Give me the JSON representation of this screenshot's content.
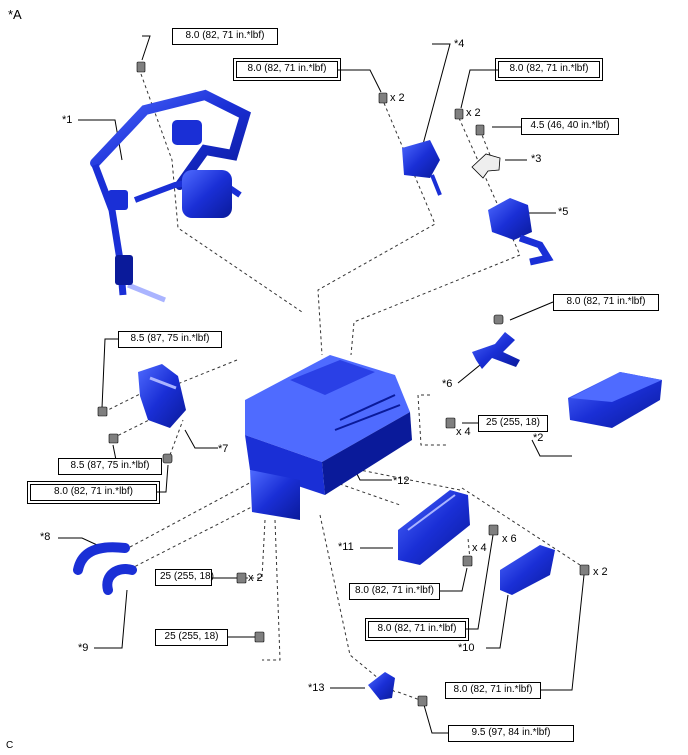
{
  "view_label": "*A",
  "corner_code": "C",
  "parts": {
    "p1": "*1",
    "p2": "*2",
    "p3": "*3",
    "p4": "*4",
    "p5": "*5",
    "p6": "*6",
    "p7": "*7",
    "p8": "*8",
    "p9": "*9",
    "p10": "*10",
    "p11": "*11",
    "p12": "*12",
    "p13": "*13"
  },
  "torques": {
    "t_top_left": "8.0 (82, 71 in.*lbf)",
    "t_top_mid": "8.0 (82, 71 in.*lbf)",
    "t_top_right": "8.0 (82, 71 in.*lbf)",
    "t_4_5": "4.5 (46, 40 in.*lbf)",
    "t_bracket6": "8.0 (82, 71 in.*lbf)",
    "t_85_a": "8.5 (87, 75 in.*lbf)",
    "t_85_b": "8.5 (87, 75 in.*lbf)",
    "t_left_80": "8.0 (82, 71 in.*lbf)",
    "t_25_right": "25 (255, 18)",
    "t_25_mid": "25 (255, 18)",
    "t_25_low": "25 (255, 18)",
    "t_80_mid": "8.0 (82, 71 in.*lbf)",
    "t_80_boxed_low": "8.0 (82, 71 in.*lbf)",
    "t_80_low_right": "8.0 (82, 71 in.*lbf)",
    "t_95": "9.5 (97, 84 in.*lbf)"
  },
  "qty": {
    "q_mid_top": "x 2",
    "q_right_top": "x 2",
    "q_right_25": "x 4",
    "q_mid_25": "x 2",
    "q_11": "x 4",
    "q_x6": "x 6",
    "q_10": "x 2"
  },
  "colors": {
    "part_blue": "#1a2fd6",
    "part_dark": "#0a1a9a",
    "part_light": "#4f6bff",
    "bolt": "#7f7f7f"
  }
}
